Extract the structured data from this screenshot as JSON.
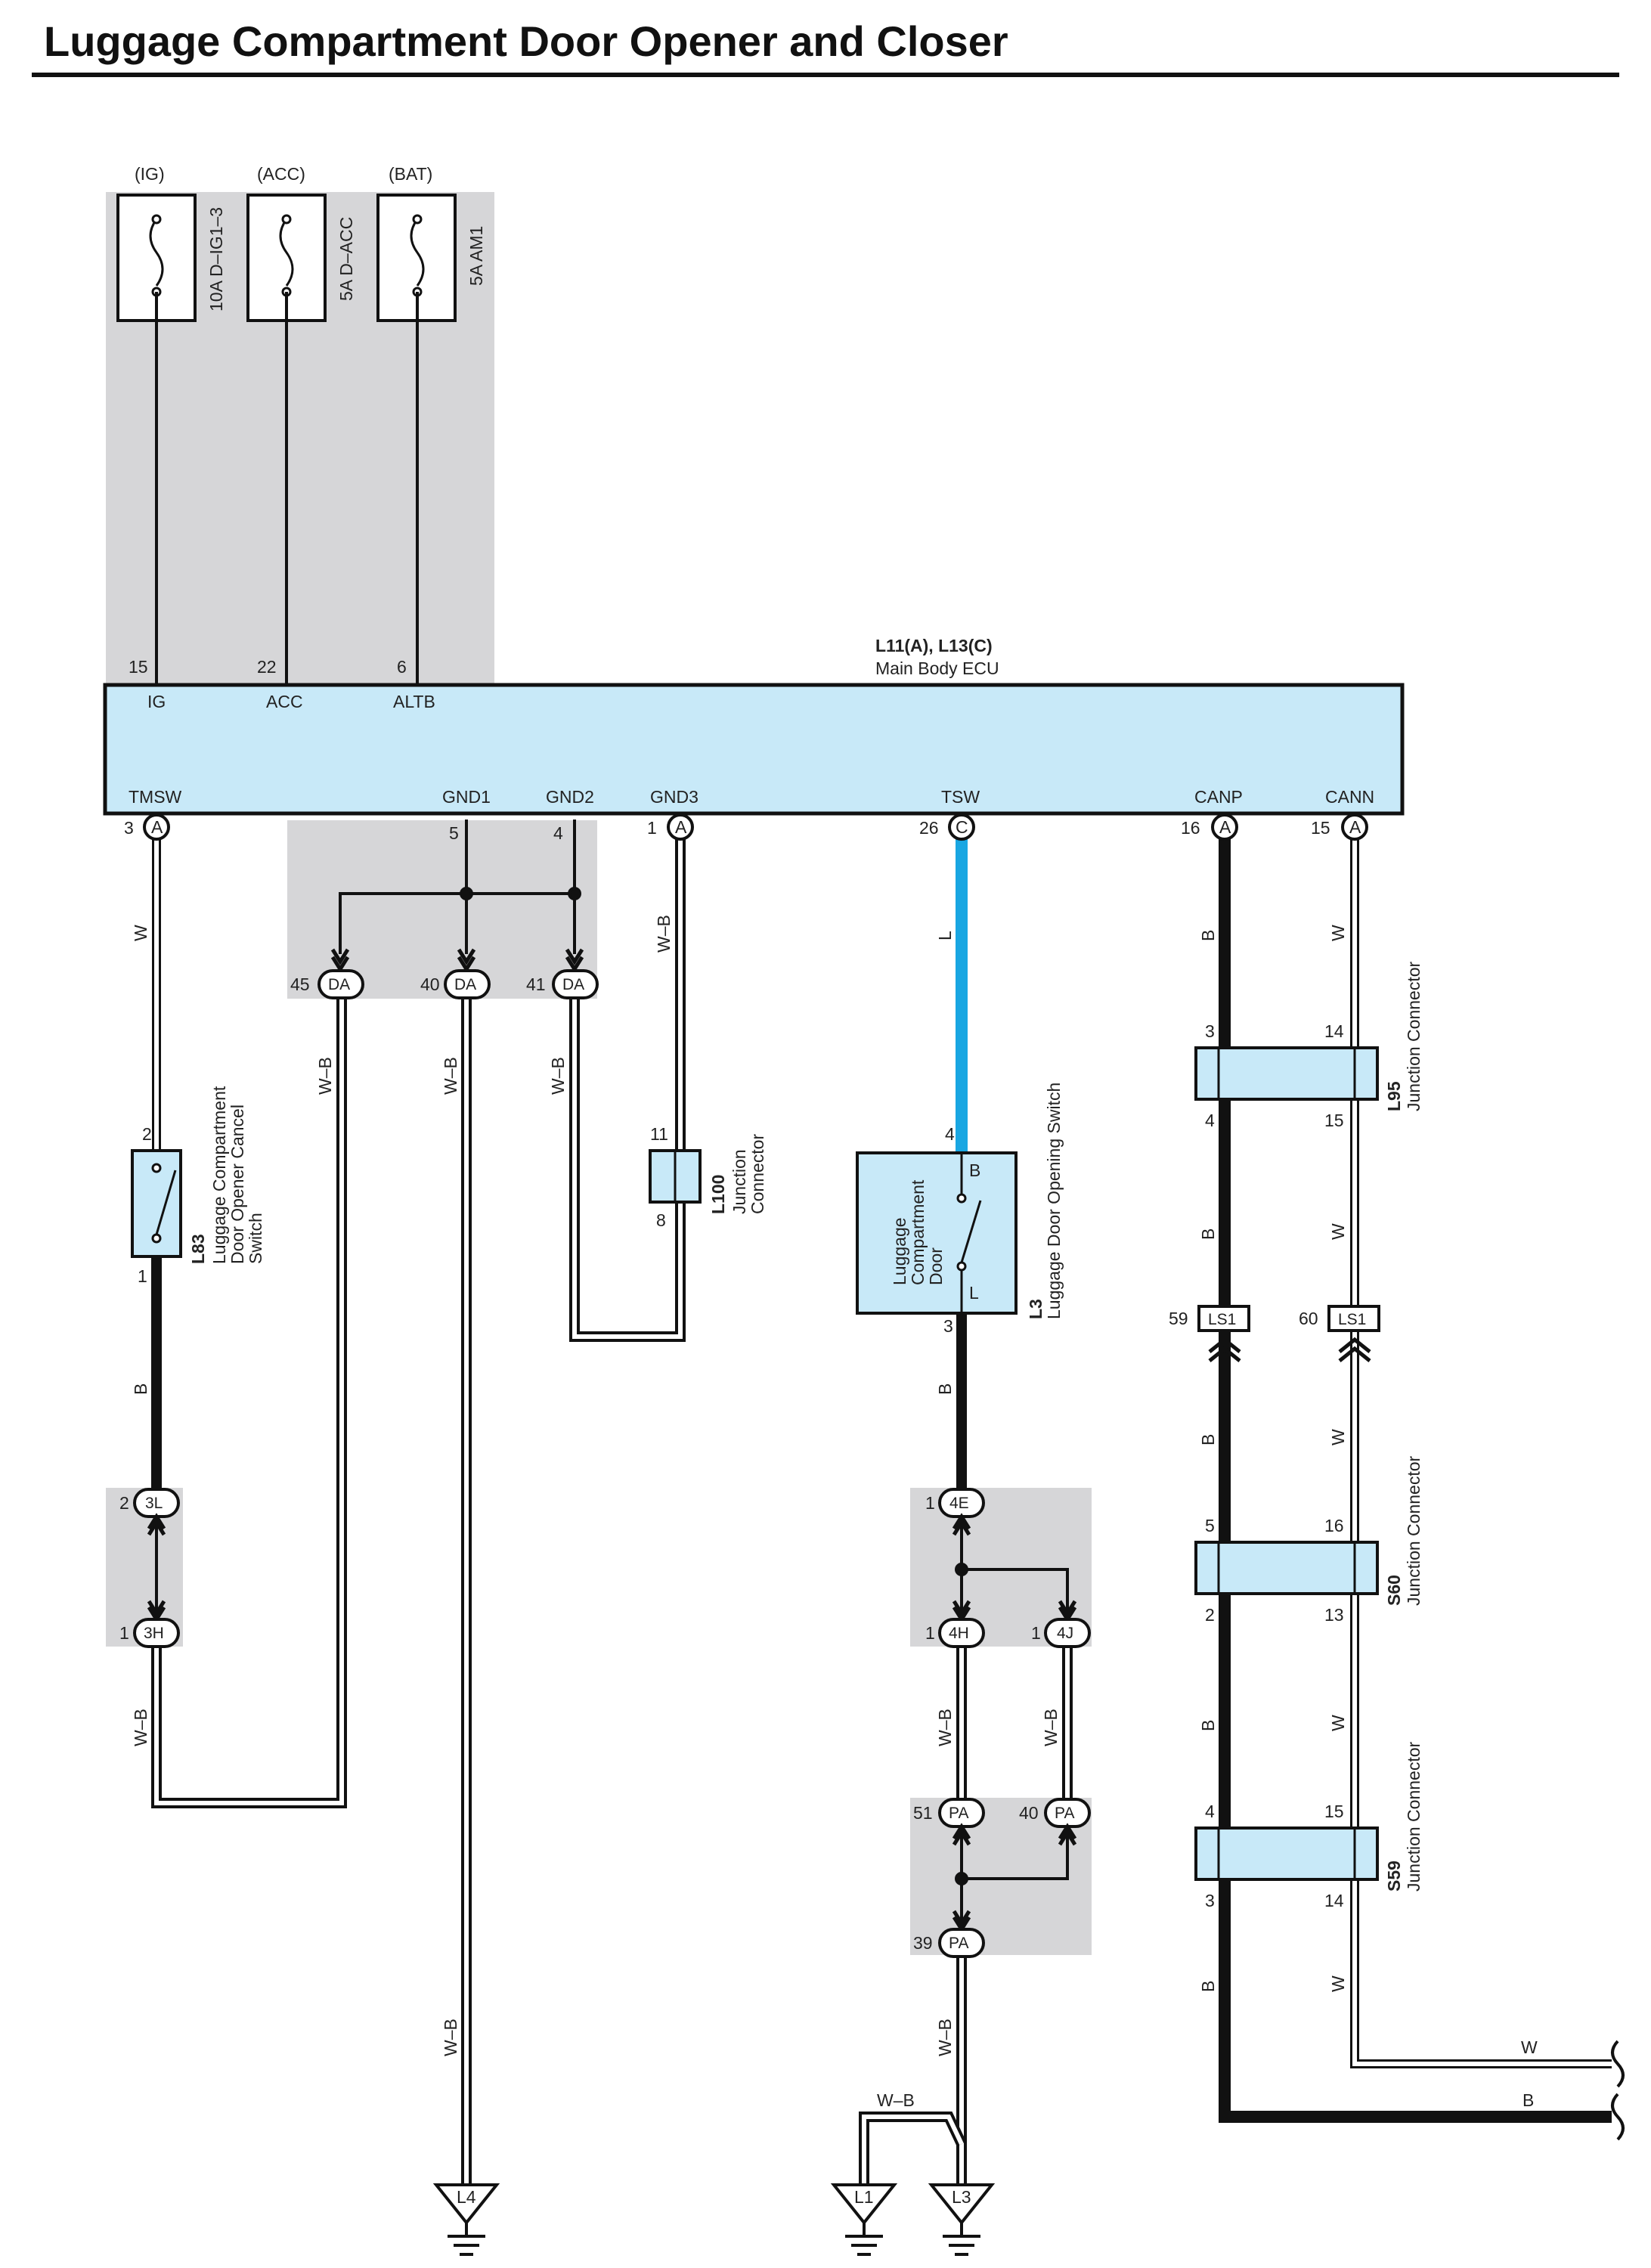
{
  "title": "Luggage Compartment Door Opener and Closer",
  "colors": {
    "box_fill": "#c8e9f8",
    "shade": "#d6d6d8",
    "wire_L": "#19a6e2",
    "wire_B": "#111111",
    "wire_W": "#ffffff"
  },
  "fuses": [
    {
      "source": "(IG)",
      "rating": "10A D–IG1–3",
      "pin": "15",
      "terminal": "IG"
    },
    {
      "source": "(ACC)",
      "rating": "5A D–ACC",
      "pin": "22",
      "terminal": "ACC"
    },
    {
      "source": "(BAT)",
      "rating": "5A AM1",
      "pin": "6",
      "terminal": "ALTB"
    }
  ],
  "ecu": {
    "code": "L11(A), L13(C)",
    "name": "Main Body ECU",
    "bottom_terminals": [
      {
        "name": "TMSW",
        "pin": "3",
        "conn": "A"
      },
      {
        "name": "GND1",
        "pin": "5",
        "conn": ""
      },
      {
        "name": "GND2",
        "pin": "4",
        "conn": ""
      },
      {
        "name": "GND3",
        "pin": "1",
        "conn": "A"
      },
      {
        "name": "TSW",
        "pin": "26",
        "conn": "C"
      },
      {
        "name": "CANP",
        "pin": "16",
        "conn": "A"
      },
      {
        "name": "CANN",
        "pin": "15",
        "conn": "A"
      }
    ]
  },
  "connectors": {
    "DA": [
      {
        "pin": "45",
        "id": "DA"
      },
      {
        "pin": "40",
        "id": "DA"
      },
      {
        "pin": "41",
        "id": "DA"
      }
    ],
    "L3_side": [
      {
        "pin": "2",
        "id": "3L"
      },
      {
        "pin": "1",
        "id": "3H"
      }
    ],
    "L3_path": [
      {
        "pin": "1",
        "id": "4E"
      },
      {
        "pin": "1",
        "id": "4H"
      },
      {
        "pin": "1",
        "id": "4J"
      }
    ],
    "PA": [
      {
        "pin": "51",
        "id": "PA"
      },
      {
        "pin": "40",
        "id": "PA"
      },
      {
        "pin": "39",
        "id": "PA"
      }
    ],
    "LS1": [
      {
        "pin": "59",
        "id": "LS1"
      },
      {
        "pin": "60",
        "id": "LS1"
      }
    ]
  },
  "components": {
    "L83": {
      "code": "L83",
      "name": [
        "Luggage Compartment",
        "Door Opener Cancel",
        "Switch"
      ],
      "pin_top": "2",
      "pin_bottom": "1"
    },
    "L100": {
      "code": "L100",
      "name": [
        "Junction",
        "Connector"
      ],
      "pin_top": "11",
      "pin_bottom": "8"
    },
    "L3": {
      "code": "L3",
      "name": "Luggage Door Opening Switch",
      "inner": [
        "Luggage",
        "Compartment",
        "Door"
      ],
      "b": "B",
      "l": "L",
      "pin_top": "4",
      "pin_bottom": "3"
    },
    "L95": {
      "code": "L95",
      "name": "Junction Connector",
      "pins": [
        "3",
        "14",
        "4",
        "15"
      ]
    },
    "S60": {
      "code": "S60",
      "name": "Junction Connector",
      "pins": [
        "5",
        "16",
        "2",
        "13"
      ]
    },
    "S59": {
      "code": "S59",
      "name": "Junction Connector",
      "pins": [
        "4",
        "15",
        "3",
        "14"
      ]
    }
  },
  "wire_labels": {
    "W": "W",
    "WB": "W–B",
    "B": "B",
    "L": "L"
  },
  "grounds": [
    "L4",
    "L1",
    "L3"
  ]
}
